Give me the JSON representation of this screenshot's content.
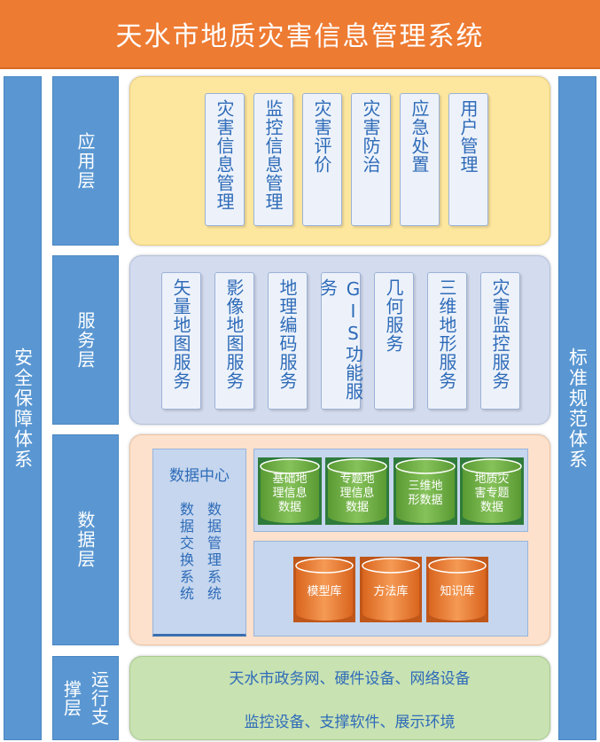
{
  "title": "天水市地质灾害信息管理系统",
  "left_column": "安全保障体系",
  "right_column": "标准规范体系",
  "layers": {
    "application": {
      "label": "应用层",
      "modules": [
        "灾害信息管理",
        "监控信息管理",
        "灾害评价",
        "灾害防治",
        "应急处置",
        "用户管理"
      ]
    },
    "service": {
      "label": "服务层",
      "modules": [
        "矢量地图服务",
        "影像地图服务",
        "地理编码服务",
        "GIS功能服务",
        "几何服务",
        "三维地形服务",
        "灾害监控服务"
      ]
    },
    "data": {
      "label": "数据层",
      "data_center": {
        "title": "数据中心",
        "subsystems": [
          "数据交换系统",
          "数据管理系统"
        ]
      },
      "thematic_databases": [
        [
          "基础地",
          "理信息",
          "数据"
        ],
        [
          "专题地",
          "理信息",
          "数据"
        ],
        [
          "三维地",
          "形数据"
        ],
        [
          "地质灾",
          "害专题",
          "数据"
        ]
      ],
      "libraries": [
        "模型库",
        "方法库",
        "知识库"
      ]
    },
    "support": {
      "label_columns": [
        "运行支",
        "撑层"
      ],
      "lines": [
        "天水市政务网、硬件设备、网络设备",
        "监控设备、支撑软件、展示环境"
      ]
    }
  },
  "colors": {
    "title_bar": "#ee7b32",
    "side_blue": "#5a97d2",
    "app_panel": "#fde69e",
    "service_panel": "#d3dbee",
    "data_panel": "#fde1cc",
    "support_panel": "#c8e2b2",
    "green_db": "#6fae45",
    "orange_db": "#ee7b32",
    "text_blue": "#2e6bb8"
  }
}
